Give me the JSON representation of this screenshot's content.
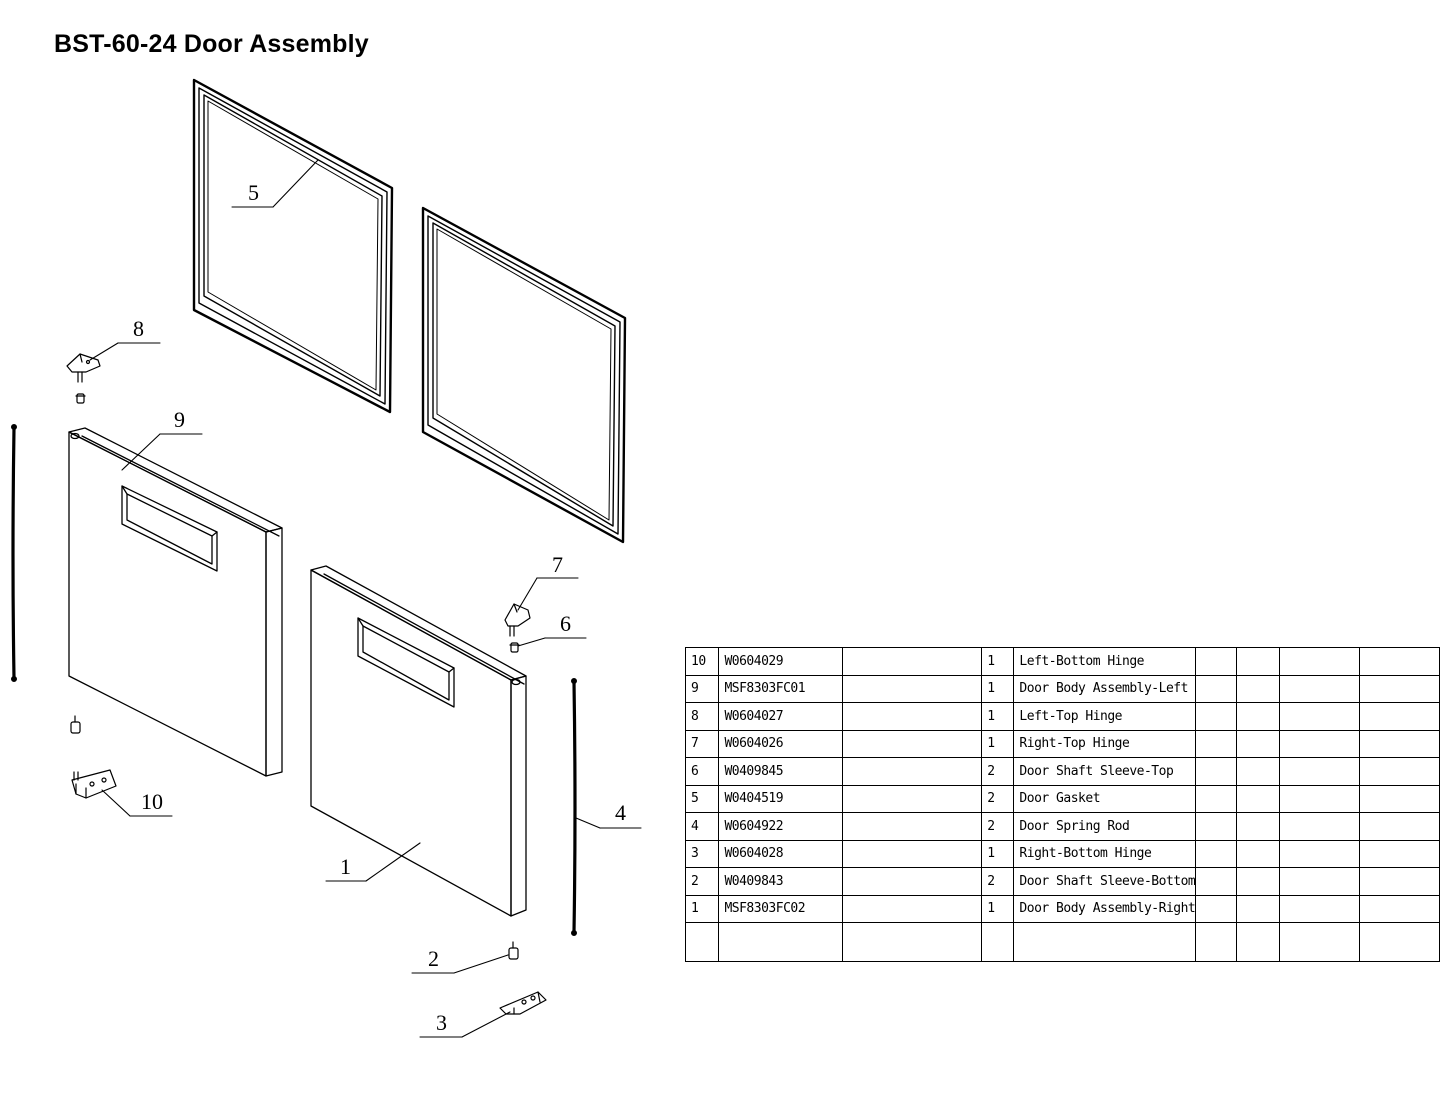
{
  "title": "BST-60-24 Door Assembly",
  "callouts": [
    "1",
    "2",
    "3",
    "4",
    "5",
    "6",
    "7",
    "8",
    "9",
    "10"
  ],
  "parts_table": {
    "rows": [
      {
        "item": "10",
        "part_no": "W0604029",
        "qty": "1",
        "description": "Left-Bottom Hinge"
      },
      {
        "item": "9",
        "part_no": "MSF8303FC01",
        "qty": "1",
        "description": "Door Body Assembly-Left"
      },
      {
        "item": "8",
        "part_no": "W0604027",
        "qty": "1",
        "description": "Left-Top Hinge"
      },
      {
        "item": "7",
        "part_no": "W0604026",
        "qty": "1",
        "description": "Right-Top Hinge"
      },
      {
        "item": "6",
        "part_no": "W0409845",
        "qty": "2",
        "description": "Door Shaft Sleeve-Top"
      },
      {
        "item": "5",
        "part_no": "W0404519",
        "qty": "2",
        "description": "Door Gasket"
      },
      {
        "item": "4",
        "part_no": "W0604922",
        "qty": "2",
        "description": "Door Spring Rod"
      },
      {
        "item": "3",
        "part_no": "W0604028",
        "qty": "1",
        "description": "Right-Bottom Hinge"
      },
      {
        "item": "2",
        "part_no": "W0409843",
        "qty": "2",
        "description": "Door Shaft Sleeve-Bottom"
      },
      {
        "item": "1",
        "part_no": "MSF8303FC02",
        "qty": "1",
        "description": "Door Body Assembly-Right"
      }
    ]
  }
}
